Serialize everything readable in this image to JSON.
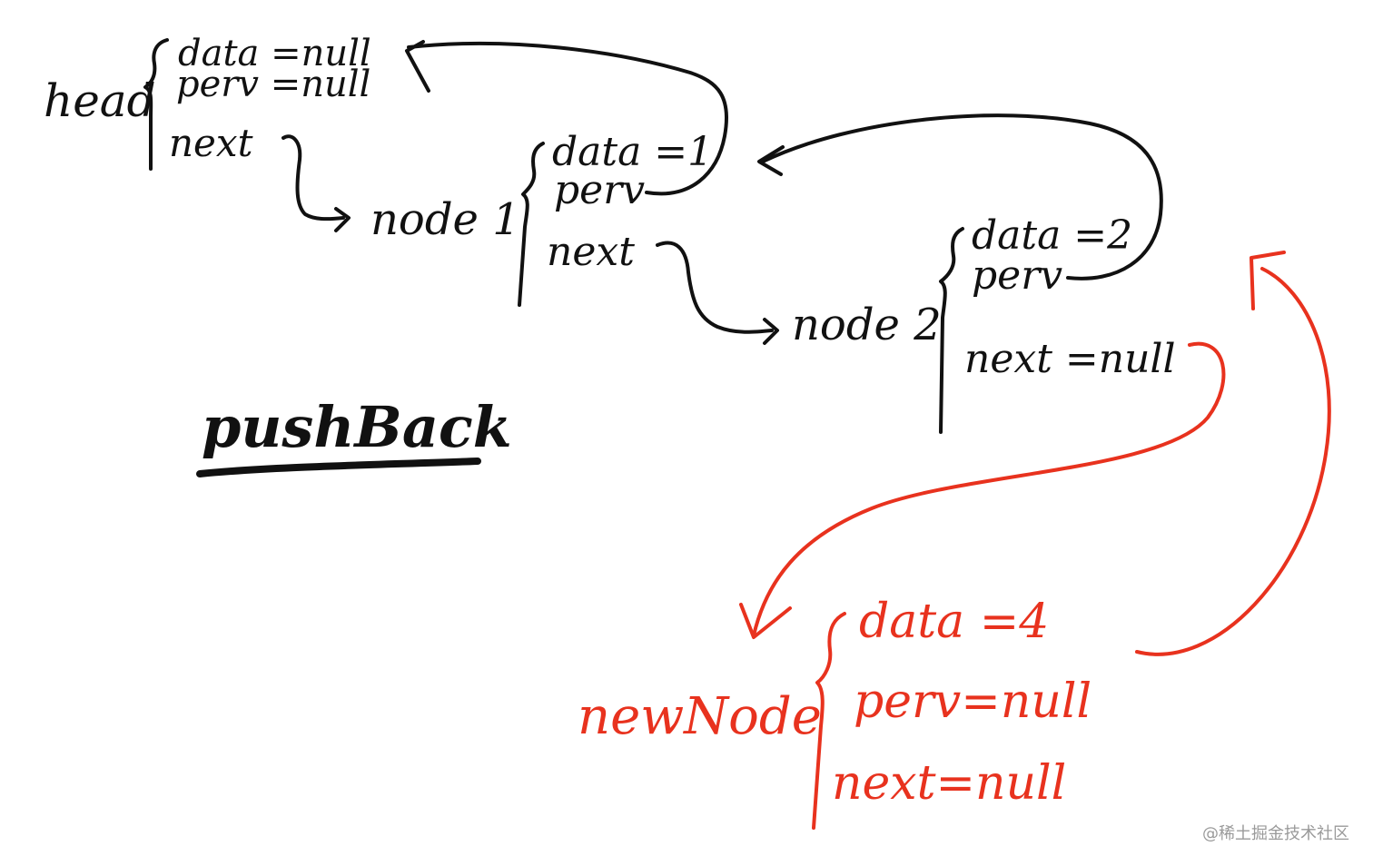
{
  "colors": {
    "ink": "#111111",
    "accent": "#e8321e",
    "watermark": "#9a9a9a"
  },
  "title": "pushBack",
  "head": {
    "label": "head",
    "data": "data =null",
    "perv": "perv =null",
    "next": "next"
  },
  "node1": {
    "label": "node 1",
    "data": "data =1",
    "perv": "perv",
    "next": "next"
  },
  "node2": {
    "label": "node 2",
    "data": "data =2",
    "perv": "perv",
    "next": "next =null"
  },
  "newNode": {
    "label": "newNode",
    "data": "data =4",
    "perv": "perv=null",
    "next": "next=null"
  },
  "watermark": "@稀土掘金技术社区"
}
